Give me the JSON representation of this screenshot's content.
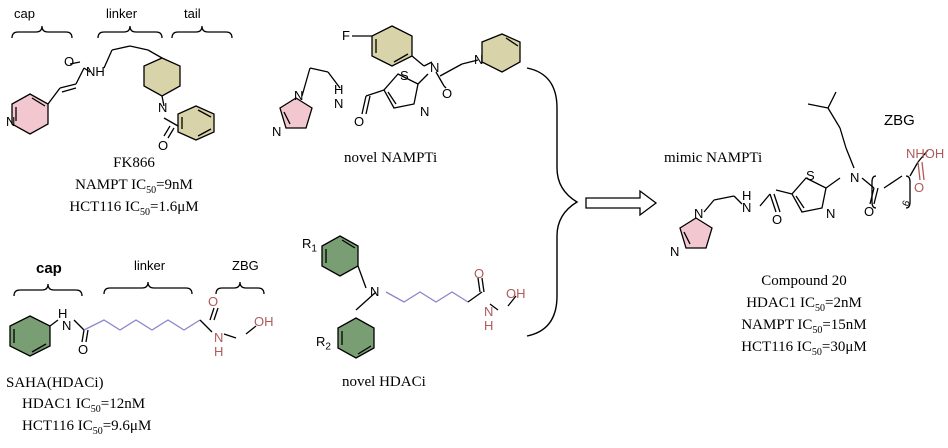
{
  "fk866": {
    "tags": {
      "cap": "cap",
      "linker": "linker",
      "tail": "tail"
    },
    "name": "FK866",
    "line1": "NAMPT IC50=9nM",
    "line2": "HCT116 IC50=1.6μM"
  },
  "nampti": {
    "label": "novel NAMPTi"
  },
  "saha": {
    "tags": {
      "cap": "cap",
      "linker": "linker",
      "zbg": "ZBG"
    },
    "name": "SAHA(HDACi)",
    "line1": "HDAC1 IC50=12nM",
    "line2": "HCT116 IC50=9.6μM"
  },
  "hdaci": {
    "label": "novel HDACi",
    "r1": "R1",
    "r2": "R2"
  },
  "compound20": {
    "mimic": "mimic NAMPTi",
    "zbg": "ZBG",
    "name": "Compound 20",
    "line1": "HDAC1 IC50=2nM",
    "line2": "NAMPT IC50=15nM",
    "line3": "HCT116 IC50=30μM",
    "repeat": "6"
  },
  "atoms": {
    "n": "N",
    "nh": "NH",
    "o": "O",
    "s": "S",
    "f": "F",
    "h": "H",
    "oh": "OH",
    "nhoh": "NHOH"
  },
  "colors": {
    "pink_ring": "#f2c7cf",
    "green_ring": "#7a9e73",
    "tan_ring": "#d9d3a9",
    "zbg_red": "#b05a5a",
    "linker_purple": "#8a86cc"
  }
}
